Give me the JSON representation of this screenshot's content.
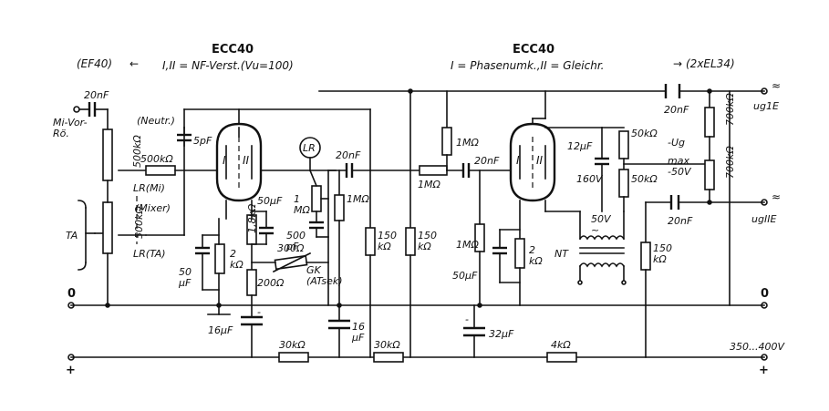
{
  "left_stage": {
    "tube": "ECC40",
    "function": "I,II = NF-Verst.(Vu=100)",
    "prev_ref": "(EF40)",
    "arrow_left": "←",
    "section_I": "I",
    "section_II": "II"
  },
  "right_stage": {
    "tube": "ECC40",
    "function": "I = Phasenumk.,II = Gleichr.",
    "next_ref": "(2xEL34)",
    "arrow_right": "→",
    "section_I": "I",
    "section_II": "II"
  },
  "inputs": {
    "mic": "Mi-Vor-\nRö.",
    "ta": "TA",
    "neutr": "(Neutr.)",
    "lr_mi": "LR(Mi)",
    "mixer": "(Mixer)",
    "lr_ta": "LR(TA)",
    "lr_circle": "LR",
    "gk": "GK\n(ATsek)"
  },
  "components": {
    "c_in": "20nF",
    "c_neutr": "5pF",
    "c_couple1": "20nF",
    "c_couple2": "20nF",
    "c_out1": "20nF",
    "c_out2": "20nF",
    "c_cath1": "50µF",
    "c_cath1_v": "50\nµF",
    "c_cath2": "50µF",
    "c_fb": "500\npF",
    "c_filt1": "16µF",
    "c_filt2": "16\nµF",
    "c_filt3": "32µF",
    "c_rect": "12µF",
    "r_pot_mi": "500kΩ",
    "r_pot_ta": "500kΩ",
    "r_mix": "500kΩ",
    "r_cath1": "2\nkΩ",
    "r_cath1b": "1,8kΩ",
    "r_pot_fb": "1\nMΩ",
    "r_fb_var": "300Ω",
    "r_200": "200Ω",
    "r_1m_a": "1MΩ",
    "r_150_a": "150\nkΩ",
    "r_150_b": "150\nkΩ",
    "r_1m_b": "1MΩ",
    "r_1m_c": "1MΩ",
    "r_1m_d": "1MΩ",
    "r_cath2": "2\nkΩ",
    "r_150_c": "150\nkΩ",
    "r_50k_a": "50kΩ",
    "r_50k_b": "50kΩ",
    "r_700_a": "700kΩ",
    "r_700_b": "700kΩ",
    "r_30k_a": "30kΩ",
    "r_30k_b": "30kΩ",
    "r_4k": "4kΩ",
    "v_160": "160V",
    "nt": "NT",
    "v_50": "50V\n~",
    "neg_ug": "-Ug",
    "max": "max\n-50V"
  },
  "outputs": {
    "ug1": "ug1E",
    "ug2": "ugIIE",
    "zero_left": "0",
    "zero_right": "0",
    "plus_left": "+",
    "plus_right": "+",
    "supply": "350...400V",
    "tilde": "≈",
    "minus": "-"
  }
}
